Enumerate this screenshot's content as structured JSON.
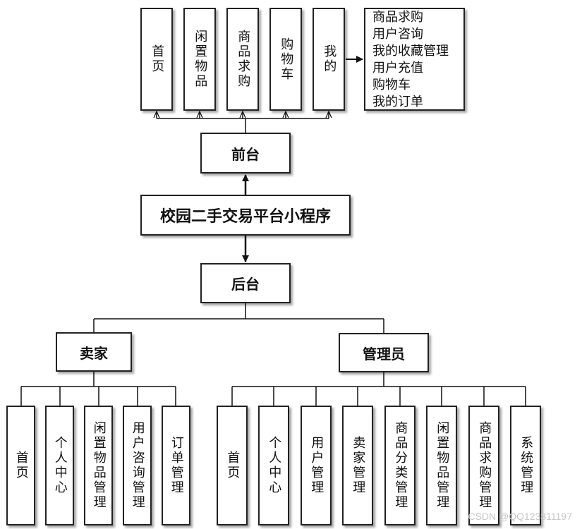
{
  "root": "校园二手交易平台小程序",
  "frontend": {
    "title": "前台",
    "modules": [
      "首页",
      "闲置物品",
      "商品求购",
      "购物车",
      "我的"
    ],
    "my_items": [
      "商品求购",
      "用户咨询",
      "我的收藏管理",
      "用户充值",
      "购物车",
      "我的订单"
    ]
  },
  "backend": {
    "title": "后台",
    "seller": {
      "title": "卖家",
      "modules": [
        "首页",
        "个人中心",
        "闲置物品管理",
        "用户咨询管理",
        "订单管理"
      ]
    },
    "admin": {
      "title": "管理员",
      "modules": [
        "首页",
        "个人中心",
        "用户管理",
        "卖家管理",
        "商品分类管理",
        "闲置物品管理",
        "商品求购管理",
        "系统管理"
      ]
    }
  },
  "watermark": "CSDN @QQ123311197"
}
